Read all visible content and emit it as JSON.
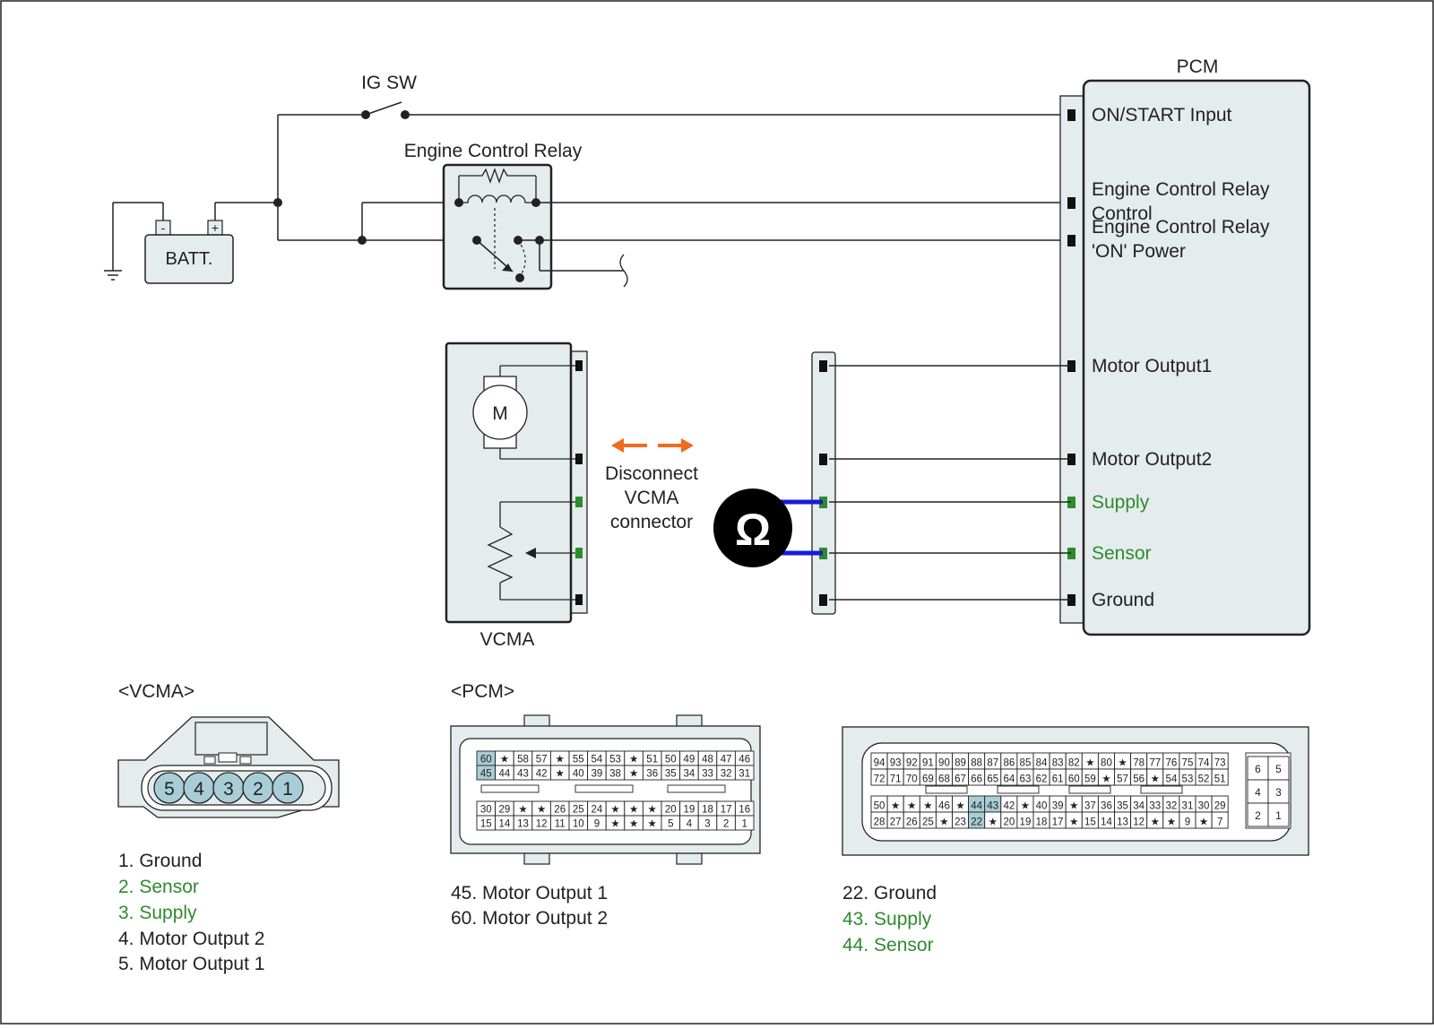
{
  "colors": {
    "line": "#222222",
    "box_fill": "#e4eced",
    "green": "#2e8b2e",
    "blue": "#1a1ad8",
    "orange": "#f06a1a",
    "highlight": "#a9cdd6",
    "meter": "#000000"
  },
  "ig_sw": {
    "label": "IG SW"
  },
  "battery": {
    "label": "BATT.",
    "neg": "-",
    "pos": "+"
  },
  "relay": {
    "label": "Engine Control Relay"
  },
  "pcm": {
    "label": "PCM",
    "terminals": [
      {
        "label": "ON/START Input",
        "color": "#222222"
      },
      {
        "label": "Engine Control Relay",
        "label2": "Control",
        "color": "#222222"
      },
      {
        "label": "Engine Control Relay",
        "label2": "'ON' Power",
        "color": "#222222"
      },
      {
        "label": "Motor Output1",
        "color": "#222222"
      },
      {
        "label": "Motor Output2",
        "color": "#222222"
      },
      {
        "label": "Supply",
        "color": "#2e8b2e"
      },
      {
        "label": "Sensor",
        "color": "#2e8b2e"
      },
      {
        "label": "Ground",
        "color": "#222222"
      }
    ]
  },
  "vcma": {
    "label": "VCMA",
    "motor": "M"
  },
  "disconnect": {
    "line1": "Disconnect",
    "line2": "VCMA",
    "line3": "connector"
  },
  "meter": {
    "symbol": "Ω"
  },
  "vcma_connector": {
    "title": "<VCMA>",
    "pins": [
      "5",
      "4",
      "3",
      "2",
      "1"
    ],
    "legend": [
      {
        "text": "1. Ground",
        "color": "#222222"
      },
      {
        "text": "2. Sensor",
        "color": "#2e8b2e"
      },
      {
        "text": "3. Supply",
        "color": "#2e8b2e"
      },
      {
        "text": "4. Motor Output 2",
        "color": "#222222"
      },
      {
        "text": "5. Motor Output 1",
        "color": "#222222"
      }
    ]
  },
  "pcm_connector_a": {
    "title": "<PCM>",
    "rows": [
      [
        "60",
        "★",
        "58",
        "57",
        "★",
        "55",
        "54",
        "53",
        "★",
        "51",
        "50",
        "49",
        "48",
        "47",
        "46"
      ],
      [
        "45",
        "44",
        "43",
        "42",
        "★",
        "40",
        "39",
        "38",
        "★",
        "36",
        "35",
        "34",
        "33",
        "32",
        "31"
      ],
      [
        "30",
        "29",
        "★",
        "★",
        "26",
        "25",
        "24",
        "★",
        "★",
        "★",
        "20",
        "19",
        "18",
        "17",
        "16"
      ],
      [
        "15",
        "14",
        "13",
        "12",
        "11",
        "10",
        "9",
        "★",
        "★",
        "★",
        "5",
        "4",
        "3",
        "2",
        "1"
      ]
    ],
    "highlight": [
      "60",
      "45"
    ],
    "legend": [
      {
        "text": "45. Motor Output 1",
        "color": "#222222"
      },
      {
        "text": "60. Motor Output 2",
        "color": "#222222"
      }
    ]
  },
  "pcm_connector_b": {
    "rows": [
      [
        "94",
        "93",
        "92",
        "91",
        "90",
        "89",
        "88",
        "87",
        "86",
        "85",
        "84",
        "83",
        "82",
        "★",
        "80",
        "★",
        "78",
        "77",
        "76",
        "75",
        "74",
        "73"
      ],
      [
        "72",
        "71",
        "70",
        "69",
        "68",
        "67",
        "66",
        "65",
        "64",
        "63",
        "62",
        "61",
        "60",
        "59",
        "★",
        "57",
        "56",
        "★",
        "54",
        "53",
        "52",
        "51"
      ],
      [
        "50",
        "★",
        "★",
        "★",
        "46",
        "★",
        "44",
        "43",
        "42",
        "★",
        "40",
        "39",
        "★",
        "37",
        "36",
        "35",
        "34",
        "33",
        "32",
        "31",
        "30",
        "29"
      ],
      [
        "28",
        "27",
        "26",
        "25",
        "★",
        "23",
        "22",
        "★",
        "20",
        "19",
        "18",
        "17",
        "★",
        "15",
        "14",
        "13",
        "12",
        "★",
        "★",
        "9",
        "★",
        "7"
      ]
    ],
    "highlight": [
      "44",
      "43",
      "22"
    ],
    "side": [
      [
        "6",
        "5"
      ],
      [
        "4",
        "3"
      ],
      [
        "2",
        "1"
      ]
    ],
    "legend": [
      {
        "text": "22. Ground",
        "color": "#222222"
      },
      {
        "text": "43. Supply",
        "color": "#2e8b2e"
      },
      {
        "text": "44. Sensor",
        "color": "#2e8b2e"
      }
    ]
  }
}
